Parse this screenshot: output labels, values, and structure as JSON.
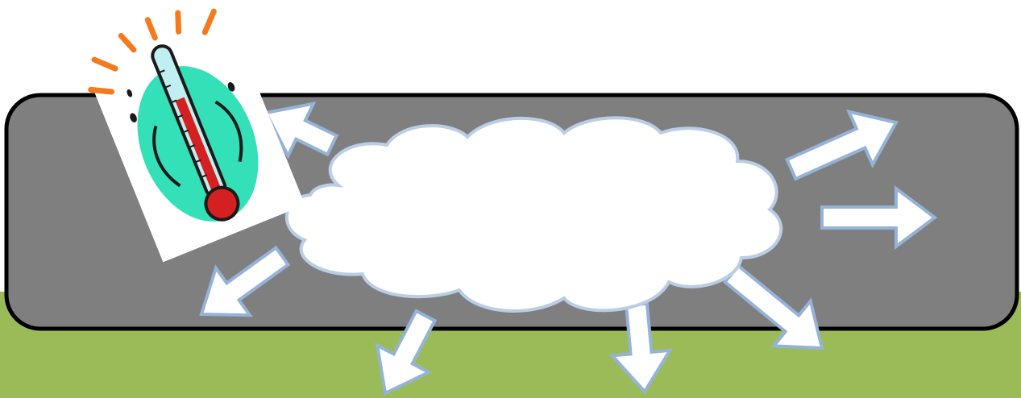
{
  "colors": {
    "background": "#ffffff",
    "ground": "#9bbb59",
    "band_fill": "#7f7f7f",
    "band_border": "#000000",
    "cloud_fill": "#ffffff",
    "cloud_outline": "#b9cde5",
    "arrow_fill": "#ffffff",
    "arrow_outline": "#95b3d7",
    "thermo_card": "#ffffff",
    "thermo_glow": "#33e0b8",
    "thermo_mercury": "#d42020",
    "thermo_rays": "#f47a1e"
  },
  "icons": [
    "thermometer-clipart",
    "cloud-shape",
    "arrow-shape"
  ],
  "arrows": [
    {
      "name": "arrow-up-left",
      "direction": "up-left"
    },
    {
      "name": "arrow-down-left",
      "direction": "down-left"
    },
    {
      "name": "arrow-down-left-lower",
      "direction": "down"
    },
    {
      "name": "arrow-down",
      "direction": "down"
    },
    {
      "name": "arrow-down-right",
      "direction": "down-right"
    },
    {
      "name": "arrow-right",
      "direction": "right"
    },
    {
      "name": "arrow-up-right",
      "direction": "up-right"
    }
  ]
}
